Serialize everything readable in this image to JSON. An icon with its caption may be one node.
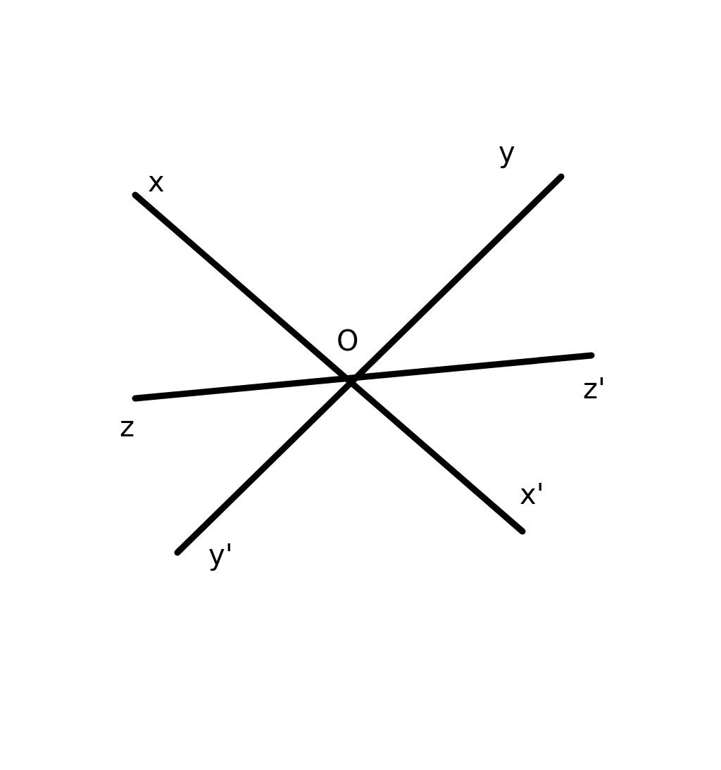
{
  "diagram": {
    "nodes": [
      {
        "text": [
          "y"
        ]
      },
      {
        "text": [
          "x"
        ]
      },
      {
        "text": [
          "O"
        ]
      },
      {
        "text": [
          "z'"
        ]
      },
      {
        "text": [
          "z"
        ]
      },
      {
        "text": [
          "x'"
        ]
      },
      {
        "text": [
          "y'"
        ]
      }
    ],
    "edges": [
      {
        "from": 1,
        "to": 5,
        "arrow": "none"
      },
      {
        "from": 0,
        "to": 6,
        "arrow": "none"
      },
      {
        "from": 4,
        "to": 3,
        "arrow": "none"
      }
    ]
  }
}
